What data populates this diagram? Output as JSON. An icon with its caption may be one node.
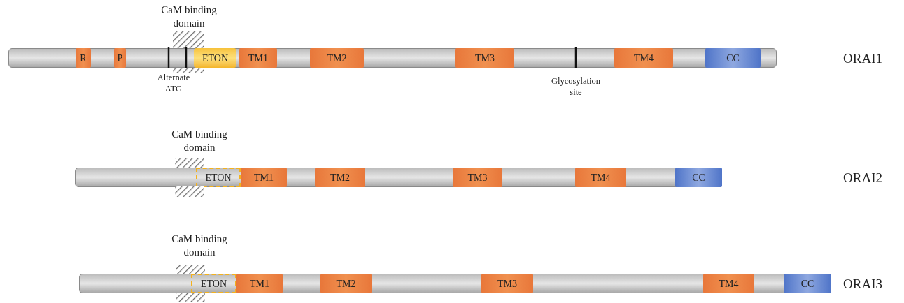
{
  "diagram": {
    "nodes": [
      {
        "text": [],
        "shape": "bar"
      },
      {
        "text": [
          "R"
        ],
        "in": 0
      },
      {
        "text": [
          "P"
        ],
        "in": 0
      },
      {
        "text": [
          "ETON"
        ],
        "in": 0
      },
      {
        "text": [
          "TM1"
        ],
        "in": 0
      },
      {
        "text": [
          "TM2"
        ],
        "in": 0
      },
      {
        "text": [
          "TM3"
        ],
        "in": 0
      },
      {
        "text": [
          "TM4"
        ],
        "in": 0
      },
      {
        "text": [
          "CC"
        ],
        "in": 0
      },
      {
        "text": [],
        "shape": "bar"
      },
      {
        "text": [
          "ETON"
        ],
        "in": 9
      },
      {
        "text": [
          "TM1"
        ],
        "in": 9
      },
      {
        "text": [
          "TM2"
        ],
        "in": 9
      },
      {
        "text": [
          "TM3"
        ],
        "in": 9
      },
      {
        "text": [
          "TM4"
        ],
        "in": 9
      },
      {
        "text": [
          "CC"
        ],
        "in": 9
      },
      {
        "text": [],
        "shape": "bar"
      },
      {
        "text": [
          "ETON"
        ],
        "in": 16
      },
      {
        "text": [
          "TM1"
        ],
        "in": 16
      },
      {
        "text": [
          "TM2"
        ],
        "in": 16
      },
      {
        "text": [
          "TM3"
        ],
        "in": 16
      },
      {
        "text": [
          "TM4"
        ],
        "in": 16
      },
      {
        "text": [
          "CC"
        ],
        "in": 16
      }
    ],
    "edges": [],
    "labels": [
      "CaM binding domain",
      "ORAI1",
      "Alternate ATG",
      "Glycosylation site",
      "CaM binding domain",
      "ORAI2",
      "CaM binding domain",
      "ORAI3"
    ]
  }
}
